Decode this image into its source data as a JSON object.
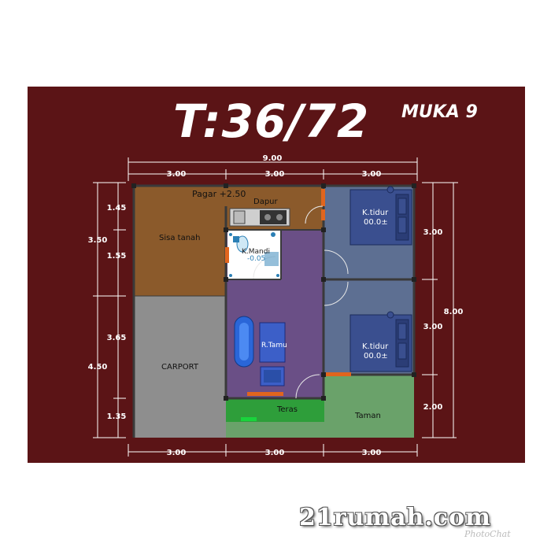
{
  "header": {
    "title": "T:36/72",
    "subtitle": "MUKA 9"
  },
  "dimensions": {
    "top_total": "9.00",
    "top_segments": [
      "3.00",
      "3.00",
      "3.00"
    ],
    "bottom_segments": [
      "3.00",
      "3.00",
      "3.00"
    ],
    "left_outer": [
      "3.50",
      "4.50"
    ],
    "left_inner": [
      "1.45",
      "1.55",
      "3.65",
      "1.35"
    ],
    "right_inner": [
      "3.00",
      "3.00",
      "2.00"
    ],
    "right_total": "8.00"
  },
  "rooms": {
    "pagar": "Pagar +2.50",
    "dapur": "Dapur",
    "sisa_tanah": "Sisa tanah",
    "kamar_mandi": "K.Mandi",
    "kamar_mandi_level": "-0.05",
    "ktidur_1": "K.tidur",
    "ktidur_1_level": "00.0±",
    "ktidur_2": "K.tidur",
    "ktidur_2_level": "00.0±",
    "ruang_tamu": "R.Tamu",
    "carport": "CARPORT",
    "teras": "Teras",
    "taman": "Taman"
  },
  "colors": {
    "board": "#5b1416",
    "garden_soil": "#8b5a2b",
    "living": "#6a4f86",
    "bedroom": "#5d6f92",
    "carport": "#8e8e8e",
    "terrace": "#2e9e3a",
    "garden": "#6aa26a",
    "bath": "#ffffff",
    "door": "#e0651e"
  },
  "watermark": {
    "text": "21rumah.com",
    "sub": "PhotoChat"
  }
}
